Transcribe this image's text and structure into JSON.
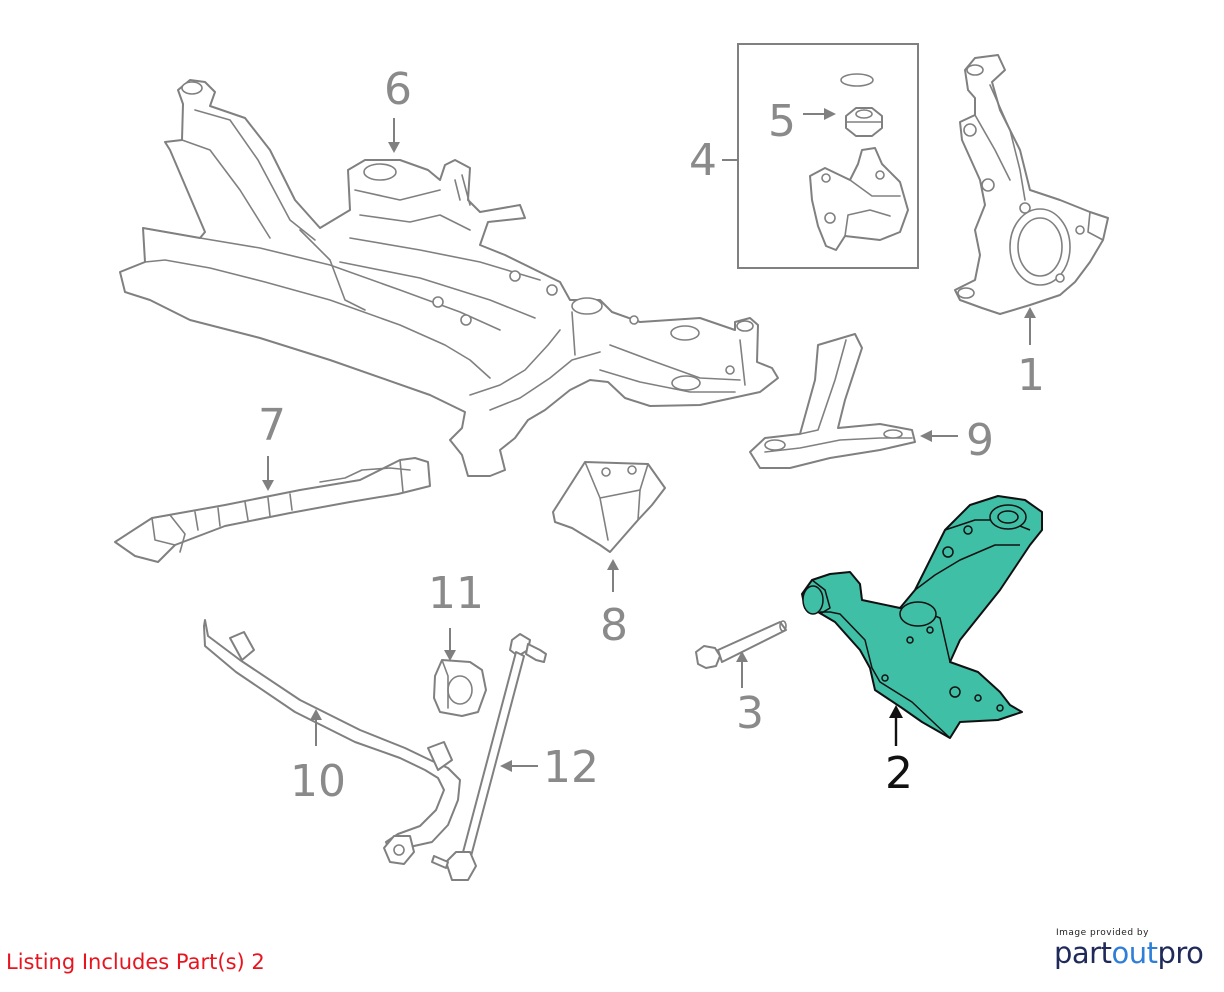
{
  "callouts": {
    "c1": "1",
    "c2": "2",
    "c3": "3",
    "c4": "4",
    "c5": "5",
    "c6": "6",
    "c7": "7",
    "c8": "8",
    "c9": "9",
    "c10": "10",
    "c11": "11",
    "c12": "12"
  },
  "highlighted_part": "2",
  "listing_text": "Listing Includes Part(s) 2",
  "credit_text": "Image provided by",
  "brand": {
    "part1": "part",
    "part2": "out",
    "part3": "pro"
  },
  "colors": {
    "highlight": "#3fbfa5",
    "line_art": "#808080",
    "listing_text": "#e8141e",
    "brand_dark": "#1f2a5a",
    "brand_blue": "#2f7fd8"
  }
}
